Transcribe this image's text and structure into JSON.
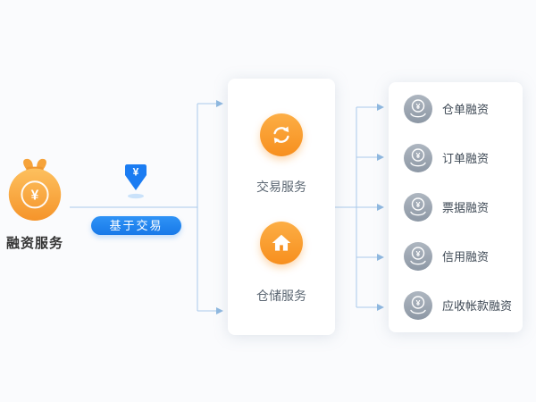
{
  "diagram": {
    "currency_symbol": "¥",
    "source": {
      "label": "融资服务",
      "icon": "money-bag-icon"
    },
    "flow": {
      "badge_label": "基于交易",
      "icon": "yuan-down-arrow-icon"
    },
    "services_card": {
      "items": [
        {
          "label": "交易服务",
          "icon": "sync-arrows-icon"
        },
        {
          "label": "仓储服务",
          "icon": "warehouse-icon"
        }
      ]
    },
    "financing_card": {
      "items": [
        {
          "label": "仓单融资",
          "icon": "yuan-coin-icon"
        },
        {
          "label": "订单融资",
          "icon": "yuan-coin-icon"
        },
        {
          "label": "票据融资",
          "icon": "yuan-coin-icon"
        },
        {
          "label": "信用融资",
          "icon": "yuan-coin-icon"
        },
        {
          "label": "应收帐款融资",
          "icon": "yuan-coin-icon"
        }
      ]
    },
    "colors": {
      "accent_orange": "#f78f1e",
      "accent_blue": "#1e87f0",
      "connector_blue": "#a9c9ea",
      "icon_gray": "#97a2ae",
      "card_bg": "#ffffff",
      "page_bg": "#fafbfd"
    }
  }
}
